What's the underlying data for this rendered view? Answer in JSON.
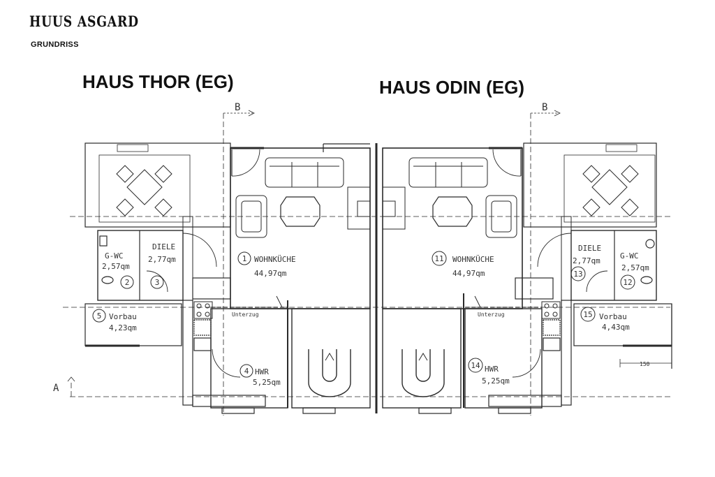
{
  "header": {
    "brand": "HUUS ASGARD",
    "subtitle": "GRUNDRISS"
  },
  "houses": {
    "thor": {
      "title": "HAUS THOR (EG)",
      "rooms": {
        "wohnkueche": {
          "num": "1",
          "name": "WOHNKÜCHE",
          "area": "44,97qm"
        },
        "gwc": {
          "num": "2",
          "name": "G-WC",
          "area": "2,57qm"
        },
        "diele": {
          "num": "3",
          "name": "DIELE",
          "area": "2,77qm"
        },
        "hwr": {
          "num": "4",
          "name": "HWR",
          "area": "5,25qm"
        },
        "vorbau": {
          "num": "5",
          "name": "Vorbau",
          "area": "4,23qm"
        }
      },
      "beam_label": "Unterzug"
    },
    "odin": {
      "title": "HAUS ODIN (EG)",
      "rooms": {
        "wohnkueche": {
          "num": "11",
          "name": "WOHNKÜCHE",
          "area": "44,97qm"
        },
        "gwc": {
          "num": "12",
          "name": "G-WC",
          "area": "2,57qm"
        },
        "diele": {
          "num": "13",
          "name": "DIELE",
          "area": "2,77qm"
        },
        "hwr": {
          "num": "14",
          "name": "HWR",
          "area": "5,25qm"
        },
        "vorbau": {
          "num": "15",
          "name": "Vorbau",
          "area": "4,43qm"
        }
      },
      "beam_label": "Unterzug"
    }
  },
  "section_marks": {
    "b": "B",
    "a": "A"
  },
  "dimension": "150",
  "colors": {
    "ink": "#2a2a2a",
    "paper": "#ffffff"
  }
}
